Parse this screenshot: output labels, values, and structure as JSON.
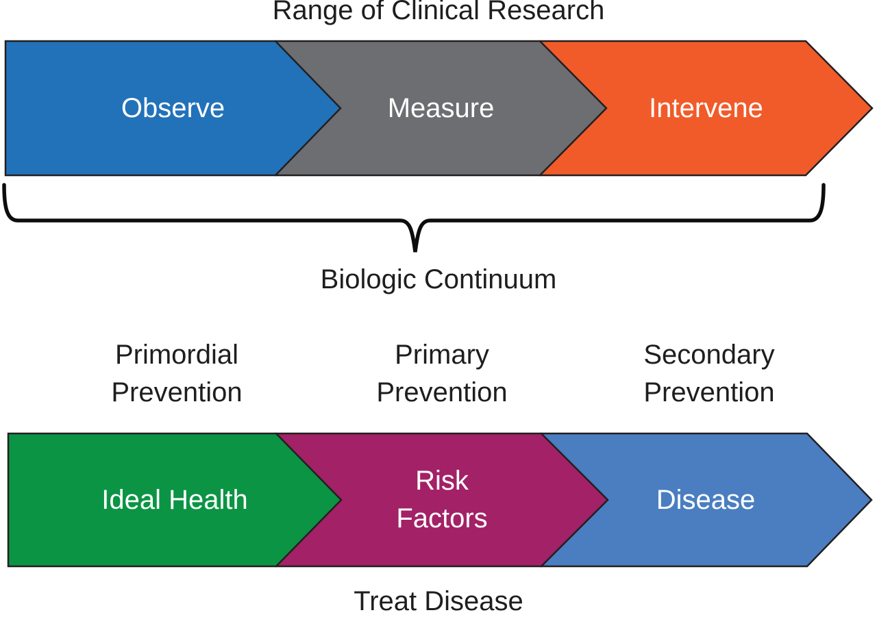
{
  "title": "Range of Clinical Research",
  "brace_label": "Biologic Continuum",
  "bottom_label": "Treat Disease",
  "colors": {
    "outline": "#231f20",
    "brace": "#0d0d0d",
    "dark_text": "#1e1e1e",
    "arrow_label_text": "#ffffff"
  },
  "research_row": {
    "segments": [
      {
        "label": "Observe",
        "color": "#2272b9"
      },
      {
        "label": "Measure",
        "color": "#6d6e71"
      },
      {
        "label": "Intervene",
        "color": "#f15b2a"
      }
    ]
  },
  "prevention_labels": [
    {
      "text": "Primordial\nPrevention"
    },
    {
      "text": "Primary\nPrevention"
    },
    {
      "text": "Secondary\nPrevention"
    }
  ],
  "continuum_row": {
    "segments": [
      {
        "label": "Ideal Health",
        "color": "#0b9444"
      },
      {
        "label": "Risk\nFactors",
        "color": "#a32166"
      },
      {
        "label": "Disease",
        "color": "#4a7ec1"
      }
    ]
  }
}
